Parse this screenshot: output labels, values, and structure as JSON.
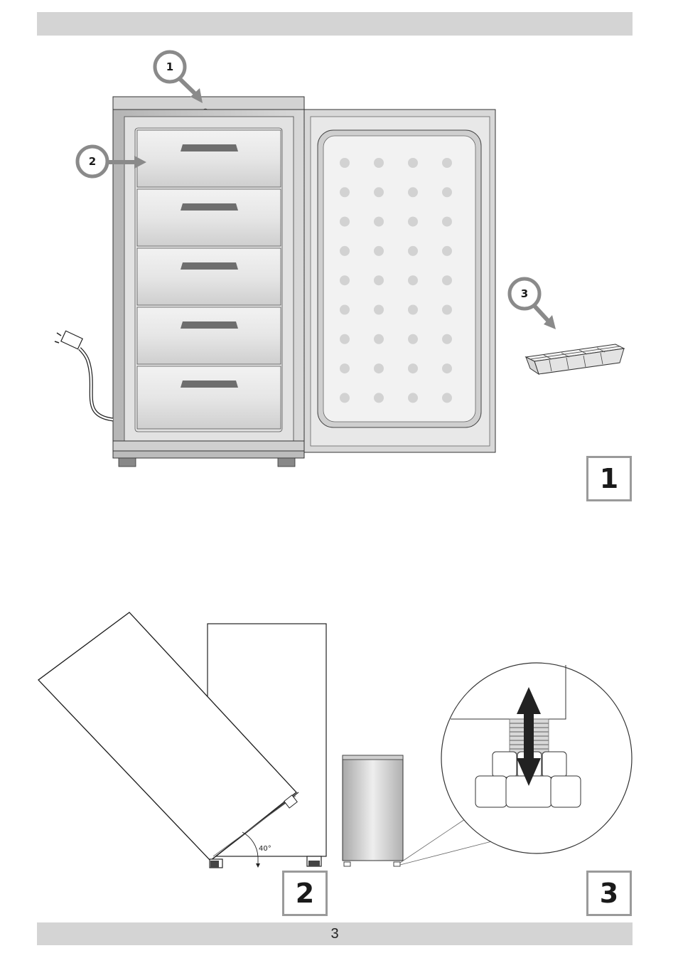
{
  "callouts": {
    "c1": "1",
    "c2": "2",
    "c3": "3"
  },
  "figures": {
    "fig1": "1",
    "fig2": "2",
    "fig3": "3"
  },
  "angle_label": "40°",
  "page_number": "3"
}
